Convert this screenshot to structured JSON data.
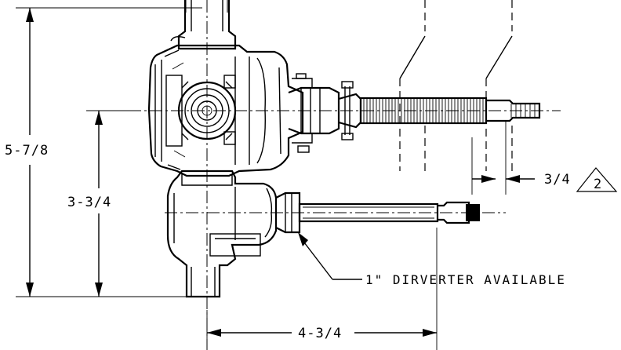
{
  "dimensions": {
    "overall_height": "5-7/8",
    "centerline_height": "3-3/4",
    "spindle_length": "4-3/4",
    "stem_offset": "3/4"
  },
  "revision_marker": "2",
  "note": "1\" DIRVERTER AVAILABLE"
}
